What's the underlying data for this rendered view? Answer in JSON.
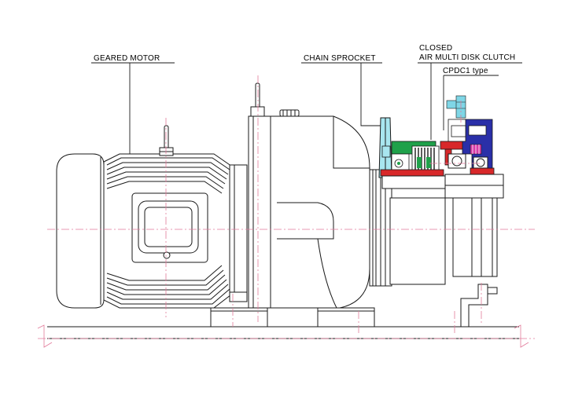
{
  "labels": {
    "geared_motor": "GEARED MOTOR",
    "chain_sprocket": "CHAIN SPROCKET",
    "clutch_line1": "CLOSED",
    "clutch_line2": "AIR MULTI DISK CLUTCH",
    "clutch_type": "CPDC1  type"
  },
  "colors": {
    "centerline": "#e27a9a",
    "sprocket_fill": "#a8e6ef",
    "hub_green": "#1fa14a",
    "plate_red": "#d8282a",
    "housing_blue": "#2a2fa8",
    "spring_pink": "#d63aa7",
    "fitting_cyan": "#7fd6e6"
  }
}
